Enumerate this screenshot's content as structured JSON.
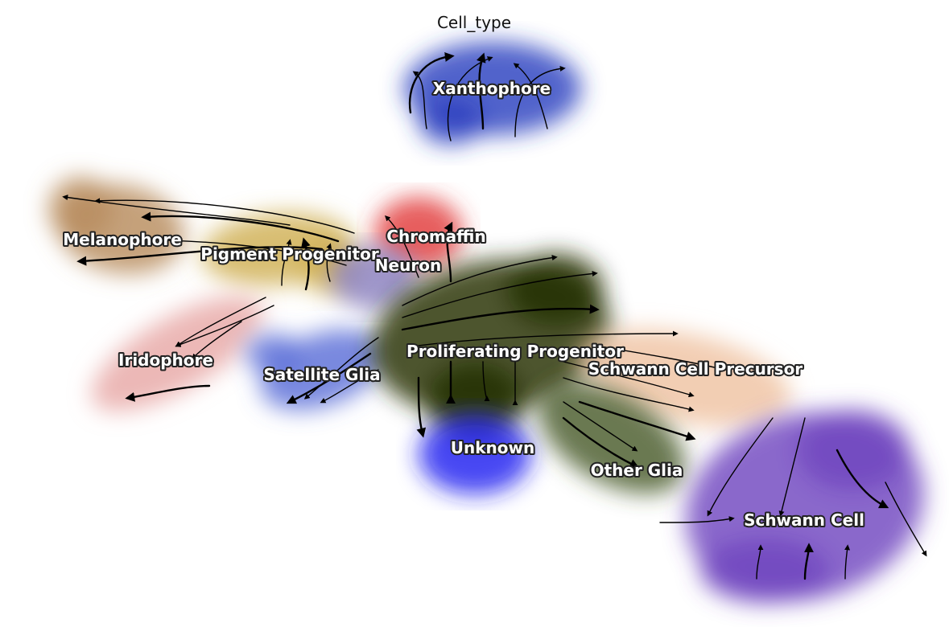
{
  "chart_data": {
    "type": "scatter",
    "title": "Cell_type",
    "xlabel": "",
    "ylabel": "",
    "grid": false,
    "axes_visible": false,
    "overlay": "velocity streamlines",
    "clusters": [
      {
        "name": "Xanthophore",
        "color": "#2b3fbf"
      },
      {
        "name": "Melanophore",
        "color": "#b88c5e"
      },
      {
        "name": "Pigment Progenitor",
        "color": "#d0b052"
      },
      {
        "name": "Chromaffin",
        "color": "#e23a3a"
      },
      {
        "name": "Neuron",
        "color": "#8a80c0"
      },
      {
        "name": "Iridophore",
        "color": "#e8a8a6"
      },
      {
        "name": "Satellite Glia",
        "color": "#5b6fd8"
      },
      {
        "name": "Proliferating Progenitor",
        "color": "#233000"
      },
      {
        "name": "Schwann Cell Precursor",
        "color": "#efc3a2"
      },
      {
        "name": "Unknown",
        "color": "#1f1ff0"
      },
      {
        "name": "Other Glia",
        "color": "#4a5a2a"
      },
      {
        "name": "Schwann Cell",
        "color": "#7045c0"
      }
    ]
  }
}
